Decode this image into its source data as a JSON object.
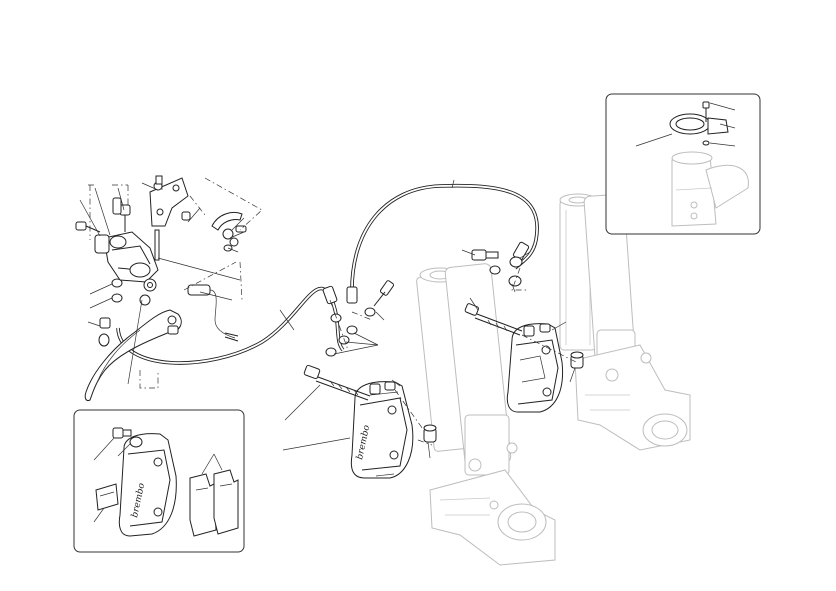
{
  "diagram": {
    "type": "exploded-parts-drawing",
    "caliper_brand_text": "brembo",
    "colors": {
      "line": "#222222",
      "fork_line": "#bdbdbd",
      "background": "#ffffff"
    },
    "insets": [
      "caliper-detail-inset",
      "brake-line-clamp-inset"
    ]
  }
}
